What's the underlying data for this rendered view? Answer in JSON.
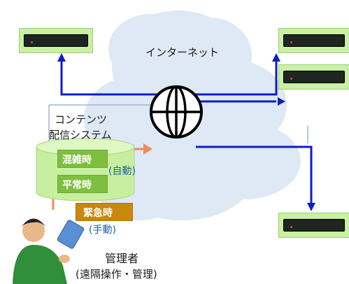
{
  "internet": {
    "label": "インターネット"
  },
  "cms": {
    "title_line1": "コンテンツ",
    "title_line2": "配信システム"
  },
  "modes": {
    "congested": "混雑時",
    "normal": "平常時",
    "auto_note": "(自動)",
    "emergency": "緊急時",
    "manual_note": "(手動)"
  },
  "admin": {
    "title": "管理者",
    "subtitle": "(遠隔操作・管理)"
  },
  "colors": {
    "arrow_blue": "#0b1fc4",
    "arrow_orange": "#f08a5a",
    "cloud": "#dfe8f5",
    "cylinder": "#c8ef9f"
  }
}
